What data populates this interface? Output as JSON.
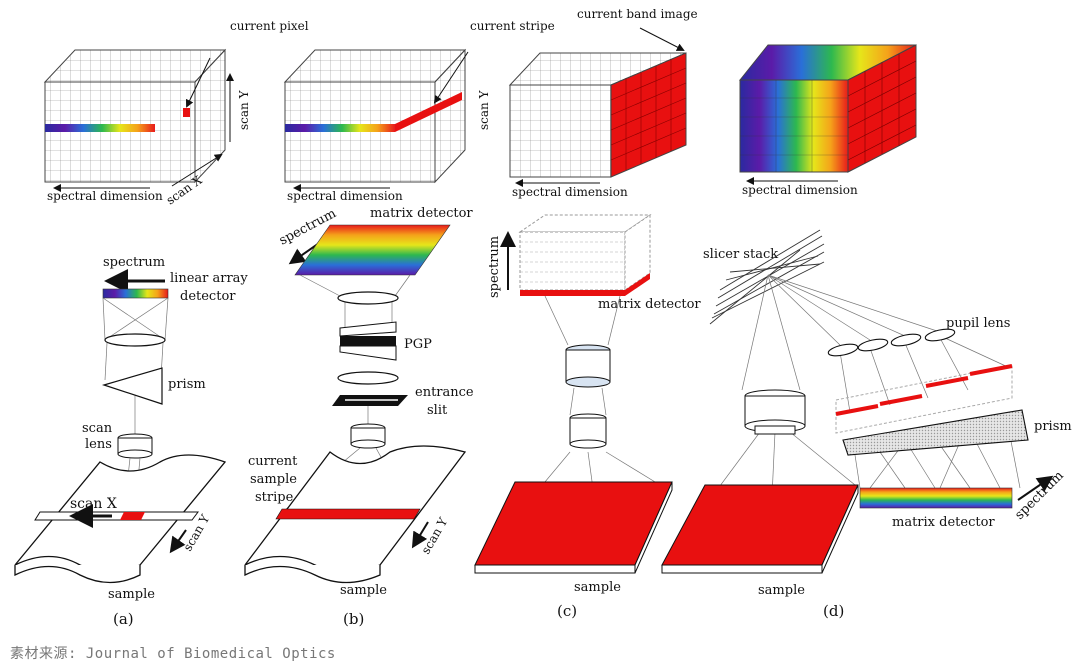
{
  "colors": {
    "spectrum": [
      "#2a2aa0",
      "#5b1ba8",
      "#2a6fd8",
      "#2db84f",
      "#e6e61a",
      "#f5a21a",
      "#e81b1b"
    ],
    "red": "#e81010",
    "gray": "#cfcfcf",
    "line": "#222222"
  },
  "panel_a": {
    "cube_current_pixel": "current pixel",
    "cube_scan_y": "scan Y",
    "cube_scan_x": "scan X",
    "cube_spectral": "spectral dimension",
    "spectrum": "spectrum",
    "linear_array": "linear array",
    "detector": "detector",
    "prism": "prism",
    "scan_lens_1": "scan",
    "scan_lens_2": "lens",
    "scan_x": "scan X",
    "scan_y": "scan Y",
    "sample": "sample",
    "caption": "(a)"
  },
  "panel_b": {
    "cube_current_stripe": "current stripe",
    "cube_scan_y": "scan Y",
    "cube_spectral": "spectral dimension",
    "spectrum": "spectrum",
    "matrix_detector": "matrix detector",
    "pgp": "PGP",
    "entrance": "entrance",
    "slit": "slit",
    "current_sample_1": "current",
    "current_sample_2": "sample",
    "current_sample_3": "stripe",
    "scan_y": "scan Y",
    "sample": "sample",
    "caption": "(b)"
  },
  "panel_c": {
    "cube_current_band": "current band image",
    "cube_spectral": "spectral dimension",
    "spectrum": "spectrum",
    "matrix_detector": "matrix detector",
    "sample": "sample",
    "caption": "(c)"
  },
  "panel_d": {
    "cube_spectral": "spectral dimension",
    "slicer_stack": "slicer stack",
    "pupil_lens": "pupil lens",
    "prism": "prism",
    "matrix_detector": "matrix detector",
    "spectrum": "spectrum",
    "sample": "sample",
    "caption": "(d)"
  },
  "source": "素材来源: Journal of Biomedical Optics"
}
